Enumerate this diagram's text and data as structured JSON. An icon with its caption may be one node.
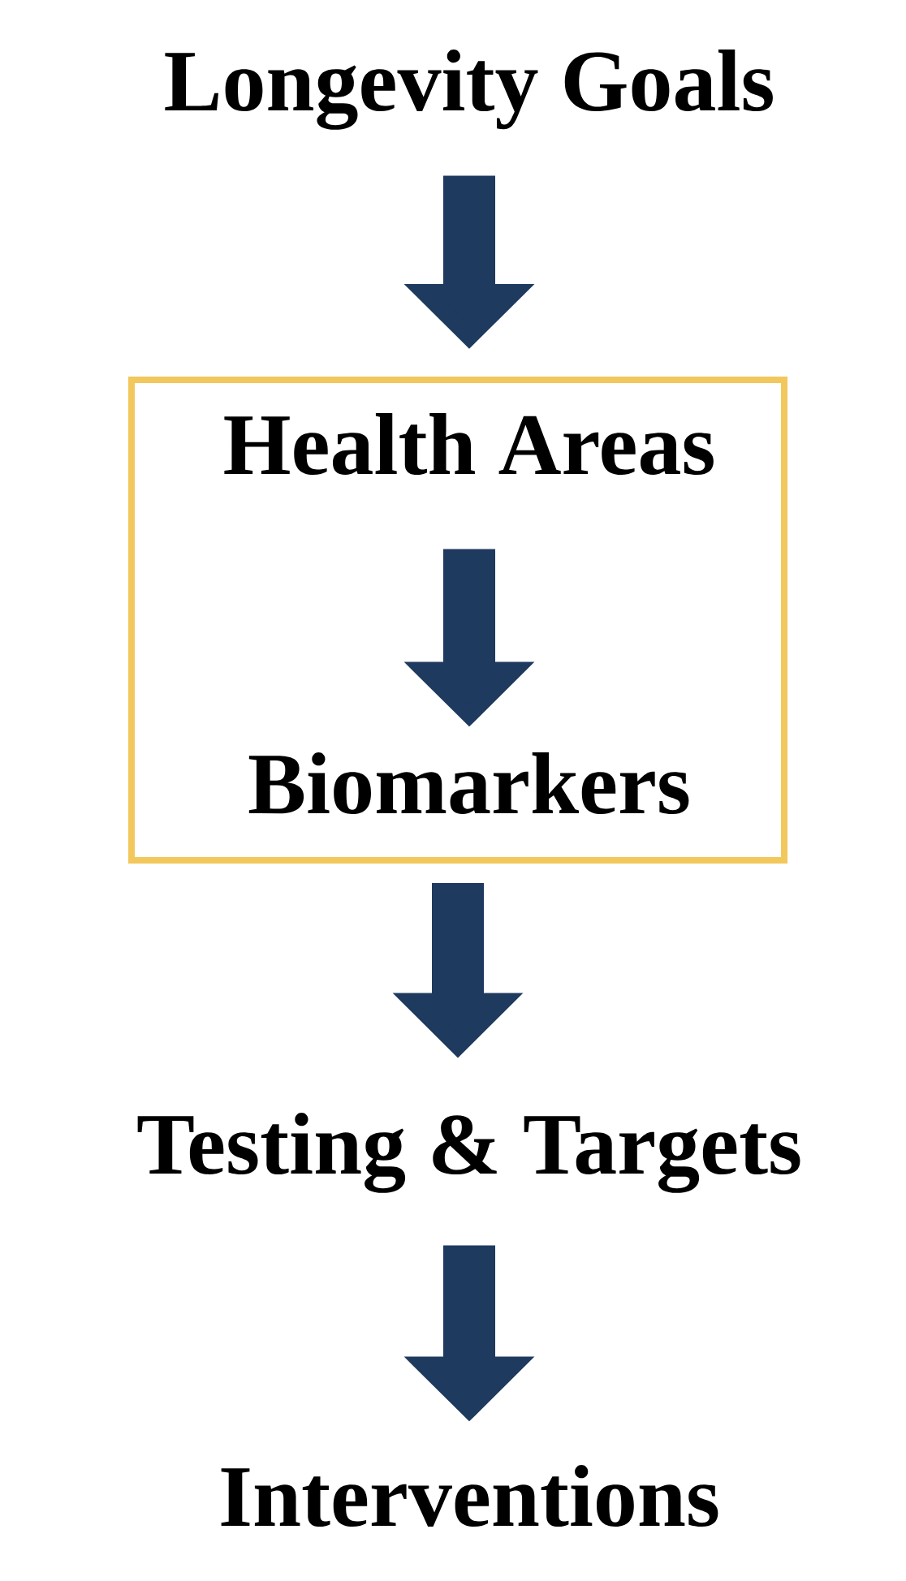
{
  "diagram": {
    "nodes": [
      {
        "text": [
          "Longevity Goals"
        ]
      },
      {
        "text": [],
        "shape": "box"
      },
      {
        "text": [
          "Health Areas"
        ],
        "in": 1
      },
      {
        "text": [
          "Biomarkers"
        ],
        "in": 1
      },
      {
        "text": [
          "Testing & Targets"
        ]
      },
      {
        "text": [
          "Interventions"
        ]
      }
    ],
    "edges": [
      {
        "from": 0,
        "to": 1,
        "arrow": "to"
      },
      {
        "from": 2,
        "to": 3,
        "arrow": "to"
      },
      {
        "from": 1,
        "to": 4,
        "arrow": "to"
      },
      {
        "from": 4,
        "to": 5,
        "arrow": "to"
      }
    ]
  }
}
